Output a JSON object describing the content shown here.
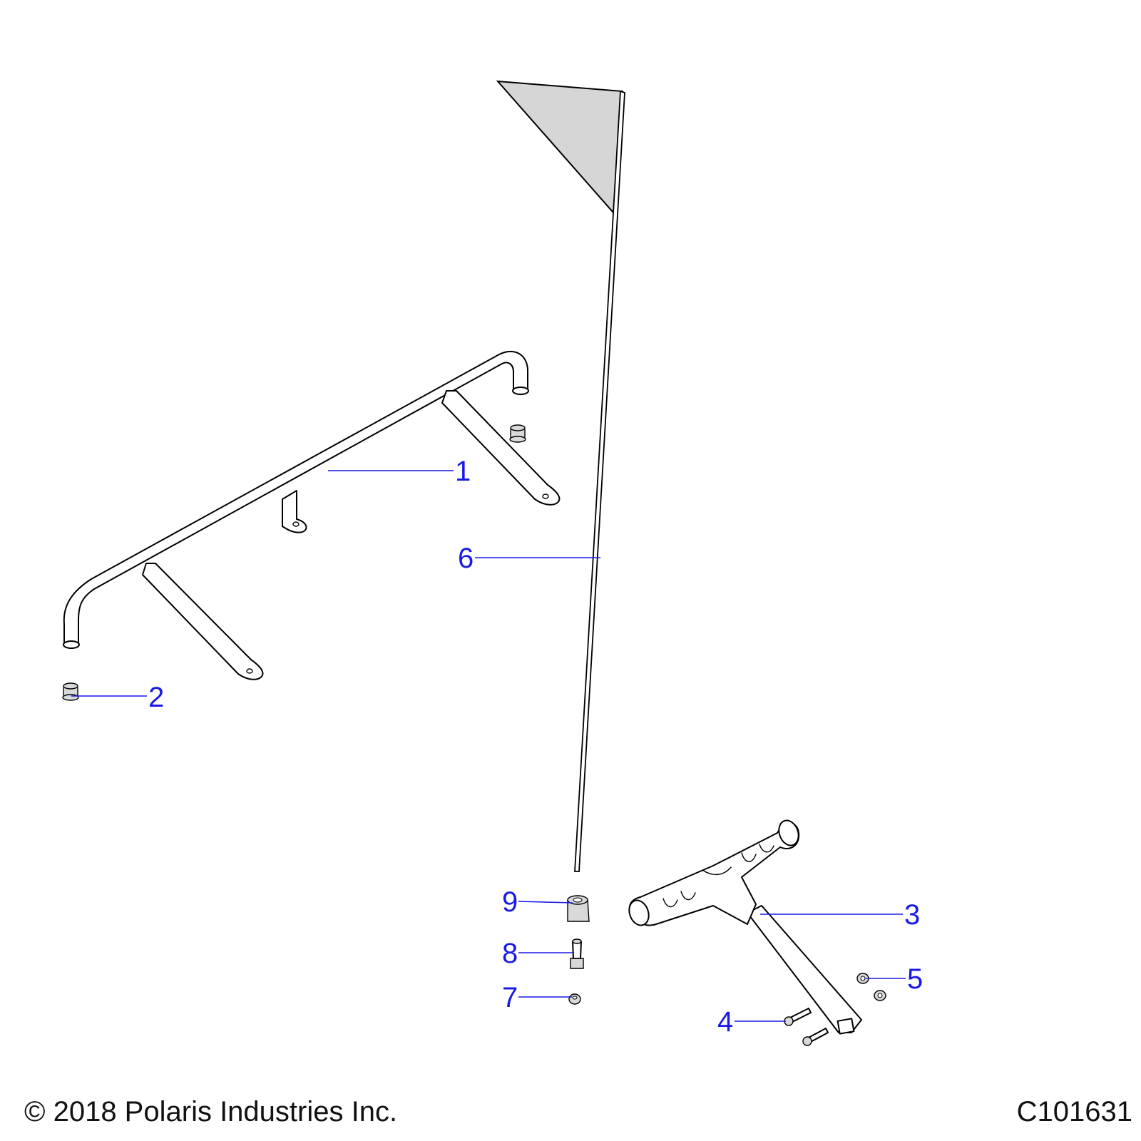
{
  "callouts": [
    {
      "id": "1",
      "label": "1"
    },
    {
      "id": "2",
      "label": "2"
    },
    {
      "id": "3",
      "label": "3"
    },
    {
      "id": "4",
      "label": "4"
    },
    {
      "id": "5",
      "label": "5"
    },
    {
      "id": "6",
      "label": "6"
    },
    {
      "id": "7",
      "label": "7"
    },
    {
      "id": "8",
      "label": "8"
    },
    {
      "id": "9",
      "label": "9"
    }
  ],
  "footer": {
    "copyright": "© 2018 Polaris Industries Inc.",
    "diagram_id": "C101631"
  },
  "colors": {
    "callout": "#1a1ae6",
    "flag_fill": "#d6d6d6",
    "outline": "#000000"
  }
}
